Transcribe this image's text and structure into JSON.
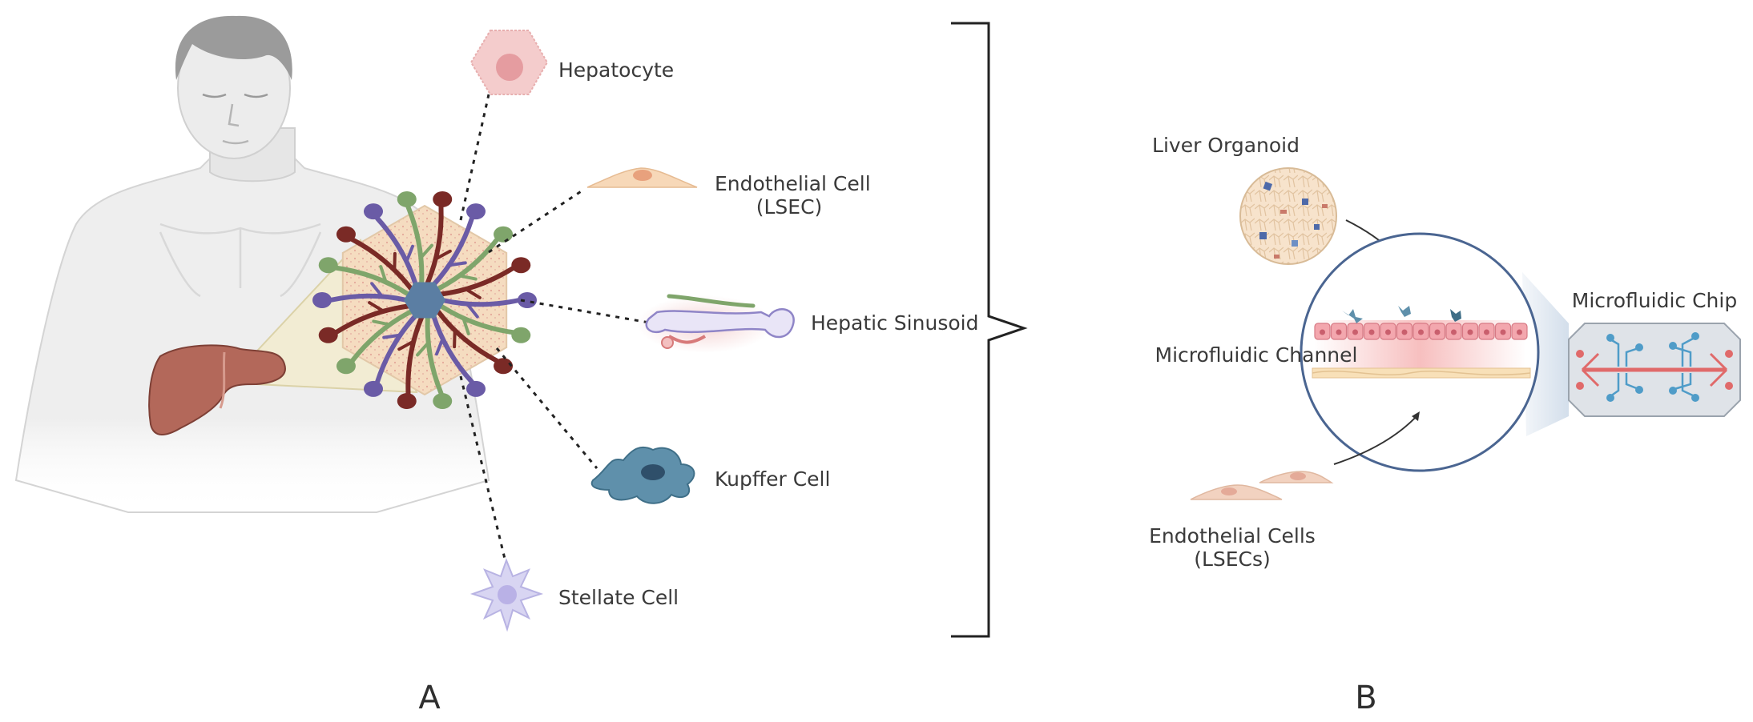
{
  "panel_a": {
    "label": "A",
    "cells": {
      "hepatocyte": "Hepatocyte",
      "endothelial_line1": "Endothelial Cell",
      "endothelial_line2": "(LSEC)",
      "sinusoid": "Hepatic Sinusoid",
      "kupffer": "Kupffer Cell",
      "stellate": "Stellate Cell"
    }
  },
  "panel_b": {
    "label": "B",
    "organoid": "Liver Organoid",
    "channel": "Microfluidic Channel",
    "chip": "Microfluidic Chip",
    "endothelial_line1": "Endothelial Cells",
    "endothelial_line2": "(LSECs)"
  },
  "colors": {
    "liver": "#b3685a",
    "lobule_purple": "#6a5ba6",
    "lobule_green": "#7fa56b",
    "lobule_red": "#7a2a26",
    "kupffer": "#5f90ab",
    "stellate": "#c9c6ef",
    "hepatocyte": "#f2c6c6",
    "chip_channel_red": "#e06a6a",
    "chip_channel_blue": "#4f9cc8",
    "circle_border": "#4a6591"
  }
}
